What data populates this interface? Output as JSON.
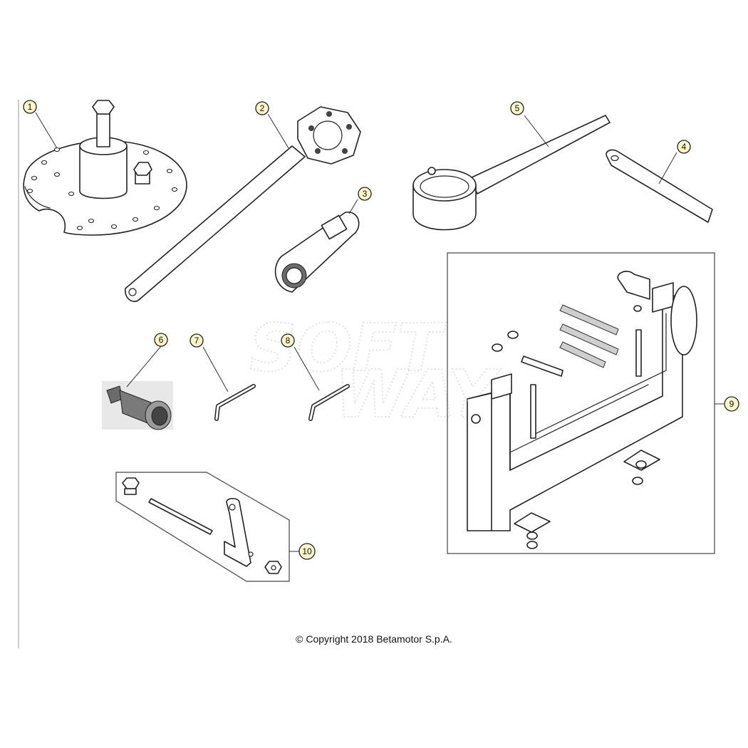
{
  "copyright": "© Copyright 2018 Betamotor S.p.A.",
  "watermark": {
    "line1": "SOFT",
    "line2": "WAY"
  },
  "callouts": [
    {
      "label": "1"
    },
    {
      "label": "2"
    },
    {
      "label": "3"
    },
    {
      "label": "4"
    },
    {
      "label": "5"
    },
    {
      "label": "6"
    },
    {
      "label": "7"
    },
    {
      "label": "8"
    },
    {
      "label": "9"
    },
    {
      "label": "10"
    }
  ],
  "colors": {
    "callout_fill": "#fbf7c8",
    "line": "#222222"
  }
}
